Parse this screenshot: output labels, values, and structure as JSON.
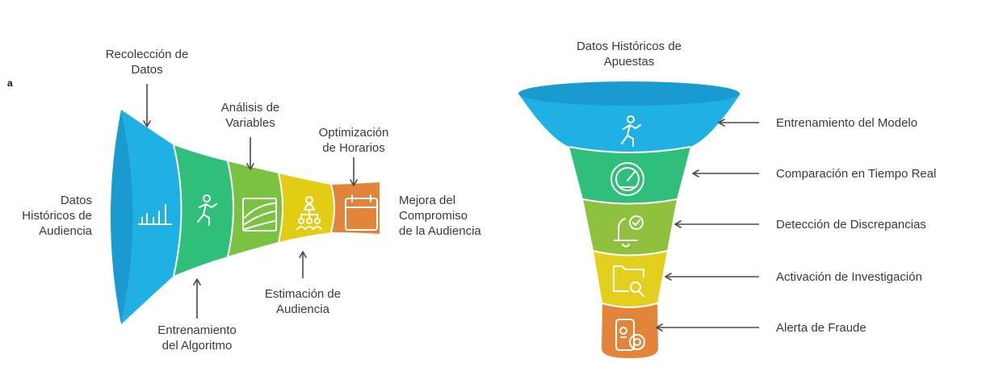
{
  "panel_label": "a",
  "left_funnel": {
    "start_label": "Datos\nHistóricos de\nAudiencia",
    "end_label": "Mejora del\nCompromiso\nde la Audiencia",
    "annotations": {
      "recoleccion": "Recolección de\nDatos",
      "analisis": "Análisis de\nVariables",
      "optimizacion": "Optimización\nde Horarios",
      "entrenamiento": "Entrenamiento\ndel Algoritmo",
      "estimacion": "Estimación de\nAudiencia"
    },
    "segments": [
      {
        "icon": "bar-chart-icon",
        "color": "#1fb1e3"
      },
      {
        "icon": "runner-icon",
        "color": "#2fbf7a"
      },
      {
        "icon": "area-chart-icon",
        "color": "#7cc242"
      },
      {
        "icon": "team-icon",
        "color": "#e3cc14"
      },
      {
        "icon": "calendar-icon",
        "color": "#e2853a"
      }
    ]
  },
  "right_funnel": {
    "title": "Datos Históricos de\nApuestas",
    "stages": [
      {
        "label": "Entrenamiento del Modelo",
        "icon": "runner-icon",
        "color": "#1fb1e3"
      },
      {
        "label": "Comparación en Tiempo Real",
        "icon": "gauge-icon",
        "color": "#2fbf7a"
      },
      {
        "label": "Detección de Discrepancias",
        "icon": "bell-check-icon",
        "color": "#8fc13e"
      },
      {
        "label": "Activación de Investigación",
        "icon": "folder-search-icon",
        "color": "#e5cf1e"
      },
      {
        "label": "Alerta de Fraude",
        "icon": "phone-alert-icon",
        "color": "#e2853a"
      }
    ]
  }
}
